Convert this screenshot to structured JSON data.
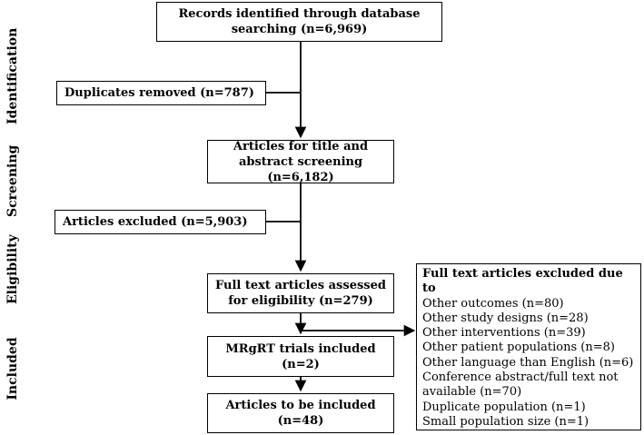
{
  "stages": {
    "identification": "Identification",
    "screening": "Screening",
    "eligibility": "Eligibility",
    "included": "Included"
  },
  "boxes": {
    "records_identified": {
      "line1": "Records identified through database",
      "line2": "searching (n=6,969)"
    },
    "duplicates_removed": "Duplicates removed (n=787)",
    "articles_screening": {
      "line1": "Articles for title and",
      "line2": "abstract screening (n=6,182)"
    },
    "articles_excluded": "Articles excluded (n=5,903)",
    "full_text_assessed": {
      "line1": "Full text articles assessed",
      "line2": "for eligibility (n=279)"
    },
    "mrgrt_trials": {
      "line1": "MRgRT trials included",
      "line2": "(n=2)"
    },
    "articles_included": {
      "line1": "Articles to be included",
      "line2": "(n=48)"
    }
  },
  "exclusions": {
    "title": "Full text articles excluded due to",
    "items": [
      "Other outcomes (n=80)",
      "Other study designs (n=28)",
      "Other interventions (n=39)",
      "Other patient populations (n=8)",
      "Other language than English (n=6)",
      "Conference abstract/full text not",
      "available (n=70)",
      "Duplicate population (n=1)",
      "Small population size (n=1)"
    ]
  }
}
